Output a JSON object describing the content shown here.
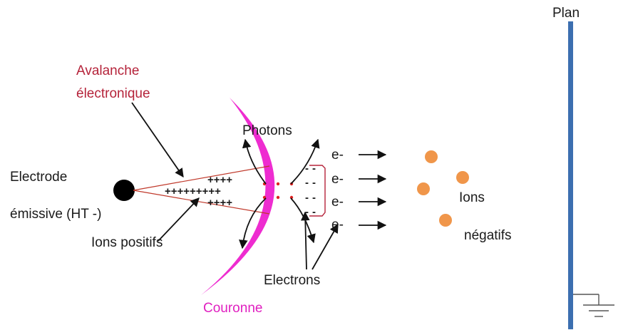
{
  "labels": {
    "plan": "Plan",
    "avalanche_line1": "Avalanche",
    "avalanche_line2": "électronique",
    "photons": "Photons",
    "electrode_line1": "Electrode",
    "electrode_line2": "émissive (HT -)",
    "ions_positifs": "Ions positifs",
    "electrons": "Electrons",
    "couronne": "Couronne",
    "ions_line1": "Ions",
    "ions_line2": "négatifs",
    "e_minus": "e-"
  },
  "signs": {
    "plus_row1": "++++",
    "plus_row2": "+++++++++",
    "plus_row3": "++++",
    "minus": "-"
  },
  "colors": {
    "corona": "#ee2cd0",
    "plane": "#3c6fb0",
    "electrode": "#000000",
    "ion": "#f0964a",
    "cone": "#c0392b",
    "electron_dot": "#e02020",
    "avalanche_text": "#b5233a",
    "corona_text": "#e020c0"
  }
}
